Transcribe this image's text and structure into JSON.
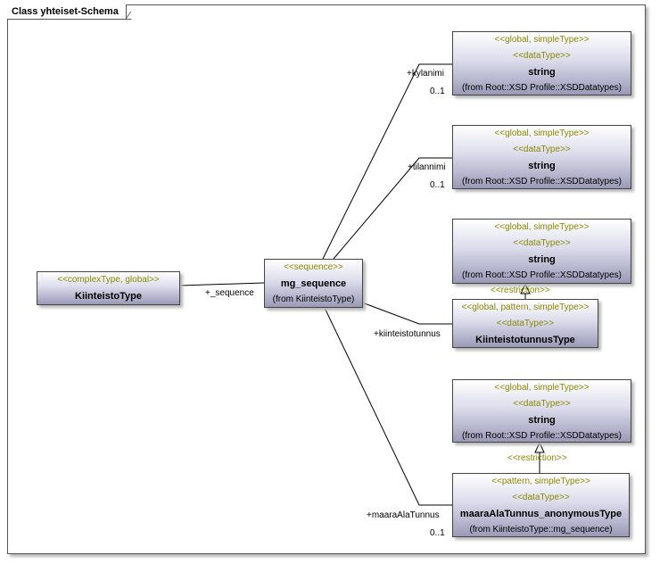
{
  "diagram": {
    "title": "Class yhteiset-Schema"
  },
  "classes": {
    "kiinteisto_type": {
      "stereotype": "<<complexType, global>>",
      "name": "KiinteistoType"
    },
    "mg_sequence": {
      "stereotype": "<<sequence>>",
      "name": "mg_sequence",
      "from": "(from KiinteistoType)"
    },
    "string_1": {
      "stereotype1": "<<global, simpleType>>",
      "stereotype2": "<<dataType>>",
      "name": "string",
      "from": "(from Root::XSD Profile::XSDDatatypes)"
    },
    "string_2": {
      "stereotype1": "<<global, simpleType>>",
      "stereotype2": "<<dataType>>",
      "name": "string",
      "from": "(from Root::XSD Profile::XSDDatatypes)"
    },
    "string_3": {
      "stereotype1": "<<global, simpleType>>",
      "stereotype2": "<<dataType>>",
      "name": "string",
      "from": "(from Root::XSD Profile::XSDDatatypes)"
    },
    "kiinteistotunnus_type": {
      "stereotype1": "<<global, pattern, simpleType>>",
      "stereotype2": "<<dataType>>",
      "name": "KiinteistotunnusType"
    },
    "string_4": {
      "stereotype1": "<<global, simpleType>>",
      "stereotype2": "<<dataType>>",
      "name": "string",
      "from": "(from Root::XSD Profile::XSDDatatypes)"
    },
    "maara_ala_type": {
      "stereotype1": "<<pattern, simpleType>>",
      "stereotype2": "<<dataType>>",
      "name": "maaraAlaTunnus_anonymousType",
      "from": "(from KiinteistoType::mg_sequence)"
    }
  },
  "links": {
    "sequence_role": "+_sequence",
    "kylanimi_role": "+kylanimi",
    "kylanimi_mult": "0..1",
    "tilannimi_role": "+tilannimi",
    "tilannimi_mult": "0..1",
    "kiinteistotunnus_role": "+kiinteistotunnus",
    "maara_ala_role": "+maaraAlaTunnus",
    "maara_ala_mult": "0..1",
    "restriction_1": "<<restriction>>",
    "restriction_2": "<<restriction>>"
  }
}
